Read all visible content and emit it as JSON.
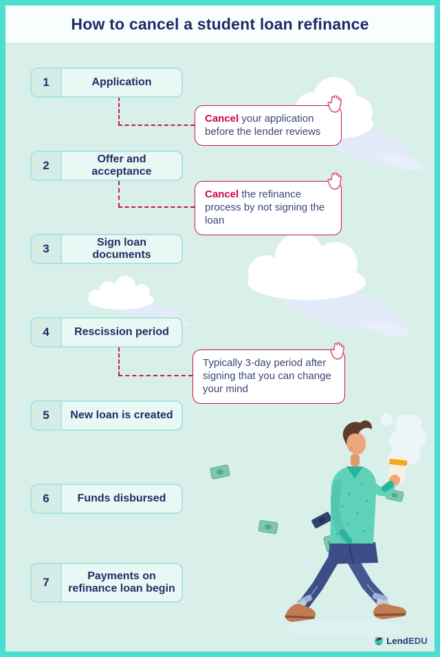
{
  "header": {
    "title": "How to cancel a student loan refinance"
  },
  "steps": [
    {
      "number": "1",
      "label": "Application"
    },
    {
      "number": "2",
      "label": "Offer and acceptance"
    },
    {
      "number": "3",
      "label": "Sign loan documents"
    },
    {
      "number": "4",
      "label": "Rescission period"
    },
    {
      "number": "5",
      "label": "New loan is created"
    },
    {
      "number": "6",
      "label": "Funds disbursed"
    },
    {
      "number": "7",
      "label": "Payments on refinance loan begin"
    }
  ],
  "callouts": [
    {
      "highlight": "Cancel",
      "text": " your application before the lender reviews"
    },
    {
      "highlight": "Cancel",
      "text": " the refinance process by not signing the loan"
    },
    {
      "highlight": "",
      "text": "Typically 3-day period after signing that you can change your mind"
    }
  ],
  "brand": {
    "prefix": "Lend",
    "suffix": "EDU"
  },
  "colors": {
    "border_teal": "#4ADFCE",
    "background_mint": "#D9EFEA",
    "navy_text": "#232C64",
    "crimson": "#C8134E",
    "cancel_red": "#CC0550",
    "shirt_teal": "#5ED3B9",
    "money_green": "#7EC9AB"
  },
  "icons": {
    "hand": "hand-stop-icon",
    "bird": "lendedu-bird-icon"
  }
}
